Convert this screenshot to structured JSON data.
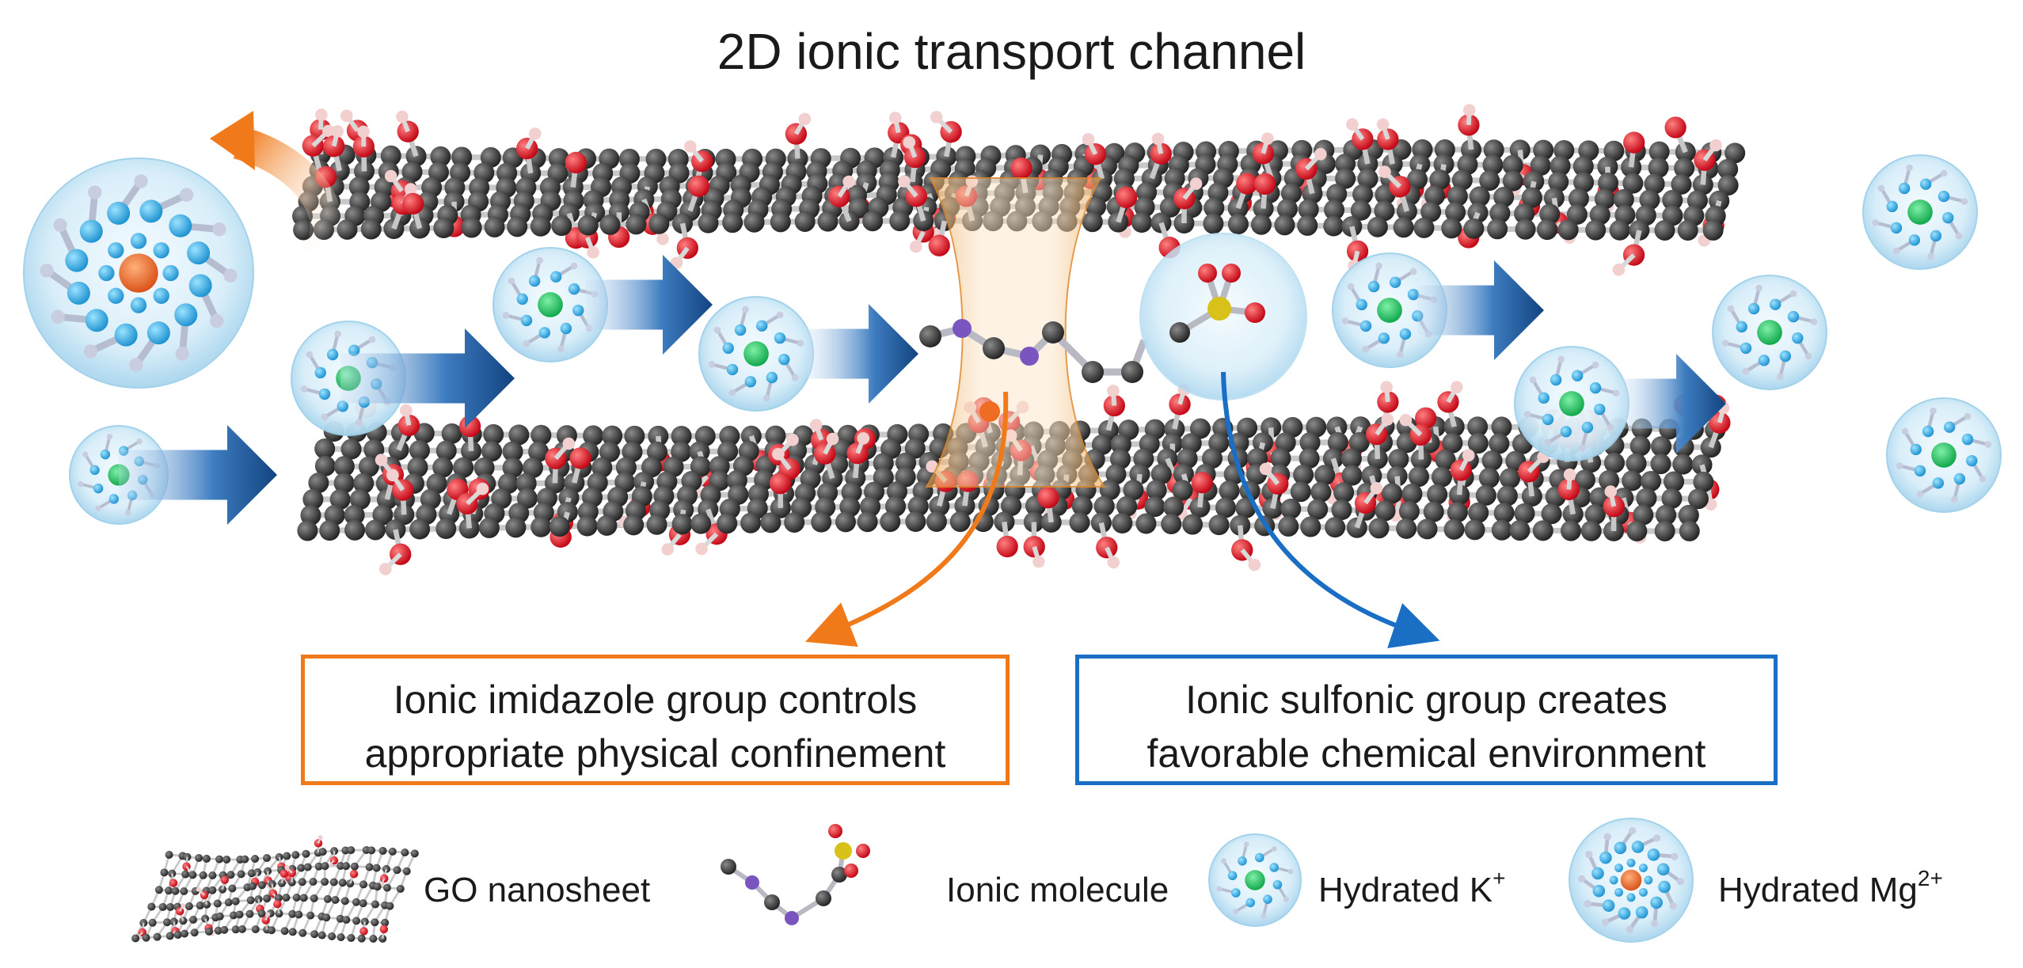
{
  "title": "2D ionic transport channel",
  "boxes": {
    "imidazole": {
      "line1": "Ionic imidazole group controls",
      "line2": "appropriate physical confinement",
      "color": "#f07a1a"
    },
    "sulfonic": {
      "line1": "Ionic sulfonic group creates",
      "line2": "favorable chemical environment",
      "color": "#1a6fc4"
    }
  },
  "legend": {
    "go_nanosheet": "GO nanosheet",
    "ionic_molecule": "Ionic molecule",
    "hydrated_k": "Hydrated K",
    "hydrated_k_sup": "+",
    "hydrated_mg": "Hydrated Mg",
    "hydrated_mg_sup": "2+"
  },
  "colors": {
    "carbon": "#3a3a3a",
    "oxygen": "#e0191f",
    "hydrogen": "#f2d0d0",
    "k_ion": "#1ec864",
    "mg_ion": "#f07028",
    "water": "#27a4dd",
    "arrow": "#1a5aa0"
  }
}
